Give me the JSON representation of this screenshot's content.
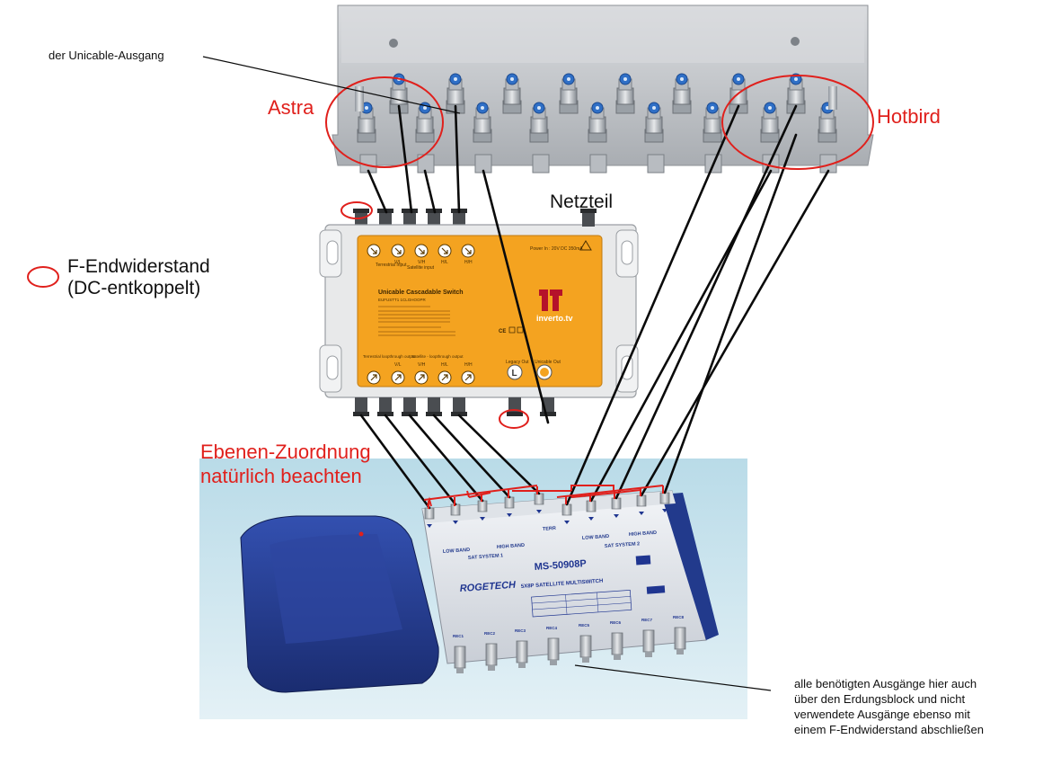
{
  "labels": {
    "unicable_output": "der Unicable-Ausgang",
    "astra": "Astra",
    "hotbird": "Hotbird",
    "power_supply": "Netzteil",
    "legend_line1": "F-Endwiderstand",
    "legend_line2": "(DC-entkoppelt)",
    "levels_line1": "Ebenen-Zuordnung",
    "levels_line2": "natürlich beachten",
    "note_line1": "alle benötigten Ausgänge hier auch",
    "note_line2": "über den Erdungsblock und nicht",
    "note_line3": "verwendete Ausgänge ebenso mit",
    "note_line4": "einem F-Endwiderstand abschließen"
  },
  "switch": {
    "title": "Unicable Cascadable Switch",
    "model": "EUFUSTT1 1CLGHOOPR",
    "brand": "inverto.tv",
    "power_in": "Power In : 20V DC 350mA",
    "satellite_input": "Satellite input",
    "satellite_loopthrough": "Satellite - loopthrough output",
    "terrestrial_input": "Terrestrial Input",
    "terrestrial_loopthrough": "Terrestrial loopthrough output",
    "legacy_out": "Legacy Out",
    "unicable_out": "Unicable Out",
    "port_vl": "V/L",
    "port_vh": "V/H",
    "port_hl": "H/L",
    "port_hh": "H/H"
  },
  "multiswitch": {
    "brand": "ROGETECH",
    "model": "MS-50908P",
    "subtitle": "5X8P SATELLITE MULTISWITCH",
    "sat1": "SAT SYSTEM 1",
    "sat2": "SAT SYSTEM 2",
    "low_band": "LOW BAND",
    "high_band": "HIGH BAND",
    "terr": "TERR",
    "rec_labels": [
      "REC1",
      "REC2",
      "REC3",
      "REC4",
      "REC5",
      "REC6",
      "REC7",
      "REC8"
    ]
  },
  "colors": {
    "annotation_red": "#e0201c",
    "switch_orange": "#f4a320",
    "multiswitch_blue": "#223a8c",
    "photo_background": "#cfe6ef"
  }
}
